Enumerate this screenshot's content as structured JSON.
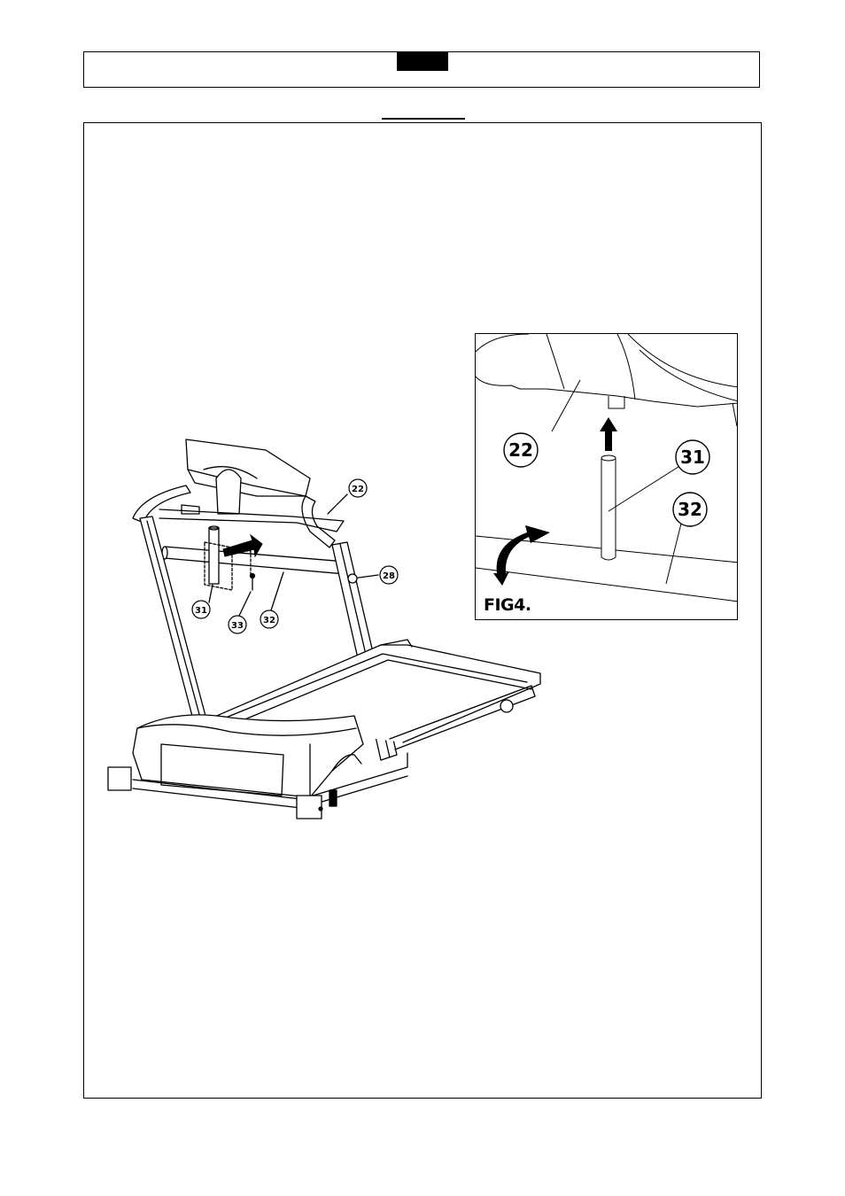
{
  "figure": {
    "label": "FIG4.",
    "callouts_main": {
      "c22": "22",
      "c28": "28",
      "c31": "31",
      "c32": "32",
      "c33": "33"
    },
    "callouts_inset": {
      "c22": "22",
      "c31": "31",
      "c32": "32"
    }
  },
  "icons": [
    "treadmill-illustration",
    "assembly-arrow-icon",
    "rotate-arrow-icon",
    "up-arrow-icon"
  ]
}
